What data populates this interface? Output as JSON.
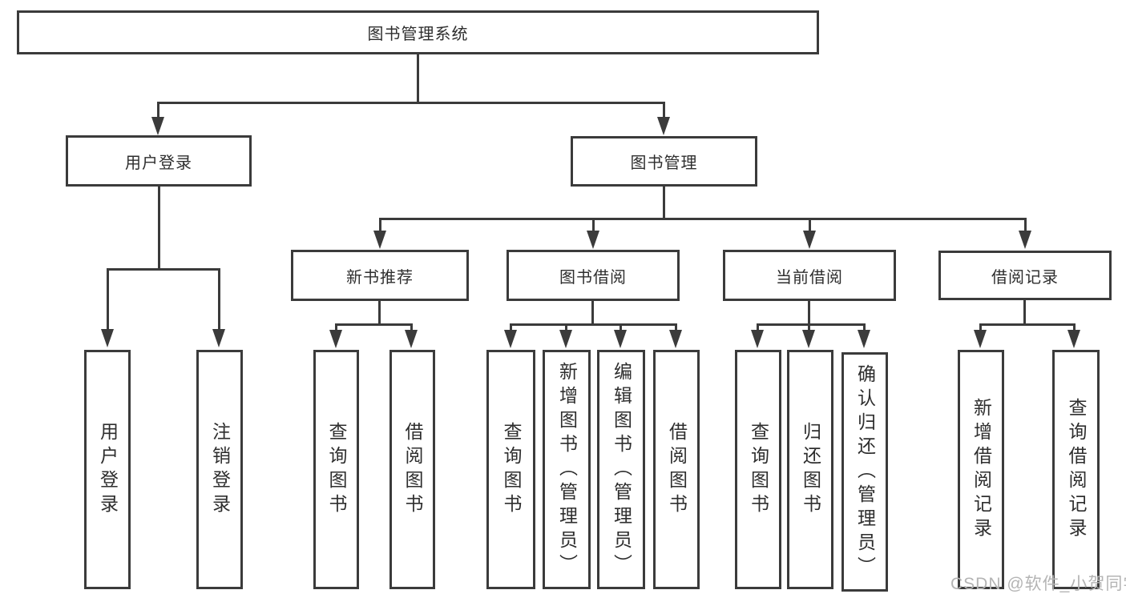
{
  "diagram": {
    "tree": {
      "label": "图书管理系统",
      "children": [
        {
          "label": "用户登录",
          "children": [
            {
              "label": "用户登录"
            },
            {
              "label": "注销登录"
            }
          ]
        },
        {
          "label": "图书管理",
          "children": [
            {
              "label": "新书推荐",
              "children": [
                {
                  "label": "查询图书"
                },
                {
                  "label": "借阅图书"
                }
              ]
            },
            {
              "label": "图书借阅",
              "children": [
                {
                  "label": "查询图书"
                },
                {
                  "label": "新增图书（管理员）"
                },
                {
                  "label": "编辑图书（管理员）"
                },
                {
                  "label": "借阅图书"
                }
              ]
            },
            {
              "label": "当前借阅",
              "children": [
                {
                  "label": "查询图书"
                },
                {
                  "label": "归还图书"
                },
                {
                  "label": "确认归还（管理员）"
                }
              ]
            },
            {
              "label": "借阅记录",
              "children": [
                {
                  "label": "新增借阅记录"
                },
                {
                  "label": "查询借阅记录"
                }
              ]
            }
          ]
        }
      ]
    }
  },
  "watermark": {
    "text": "CSDN @软件_小贺同学"
  },
  "colors": {
    "line": "#3b3b3b",
    "text": "#2e2e2e",
    "background": "#ffffff",
    "watermark": "#b4b4b4"
  }
}
